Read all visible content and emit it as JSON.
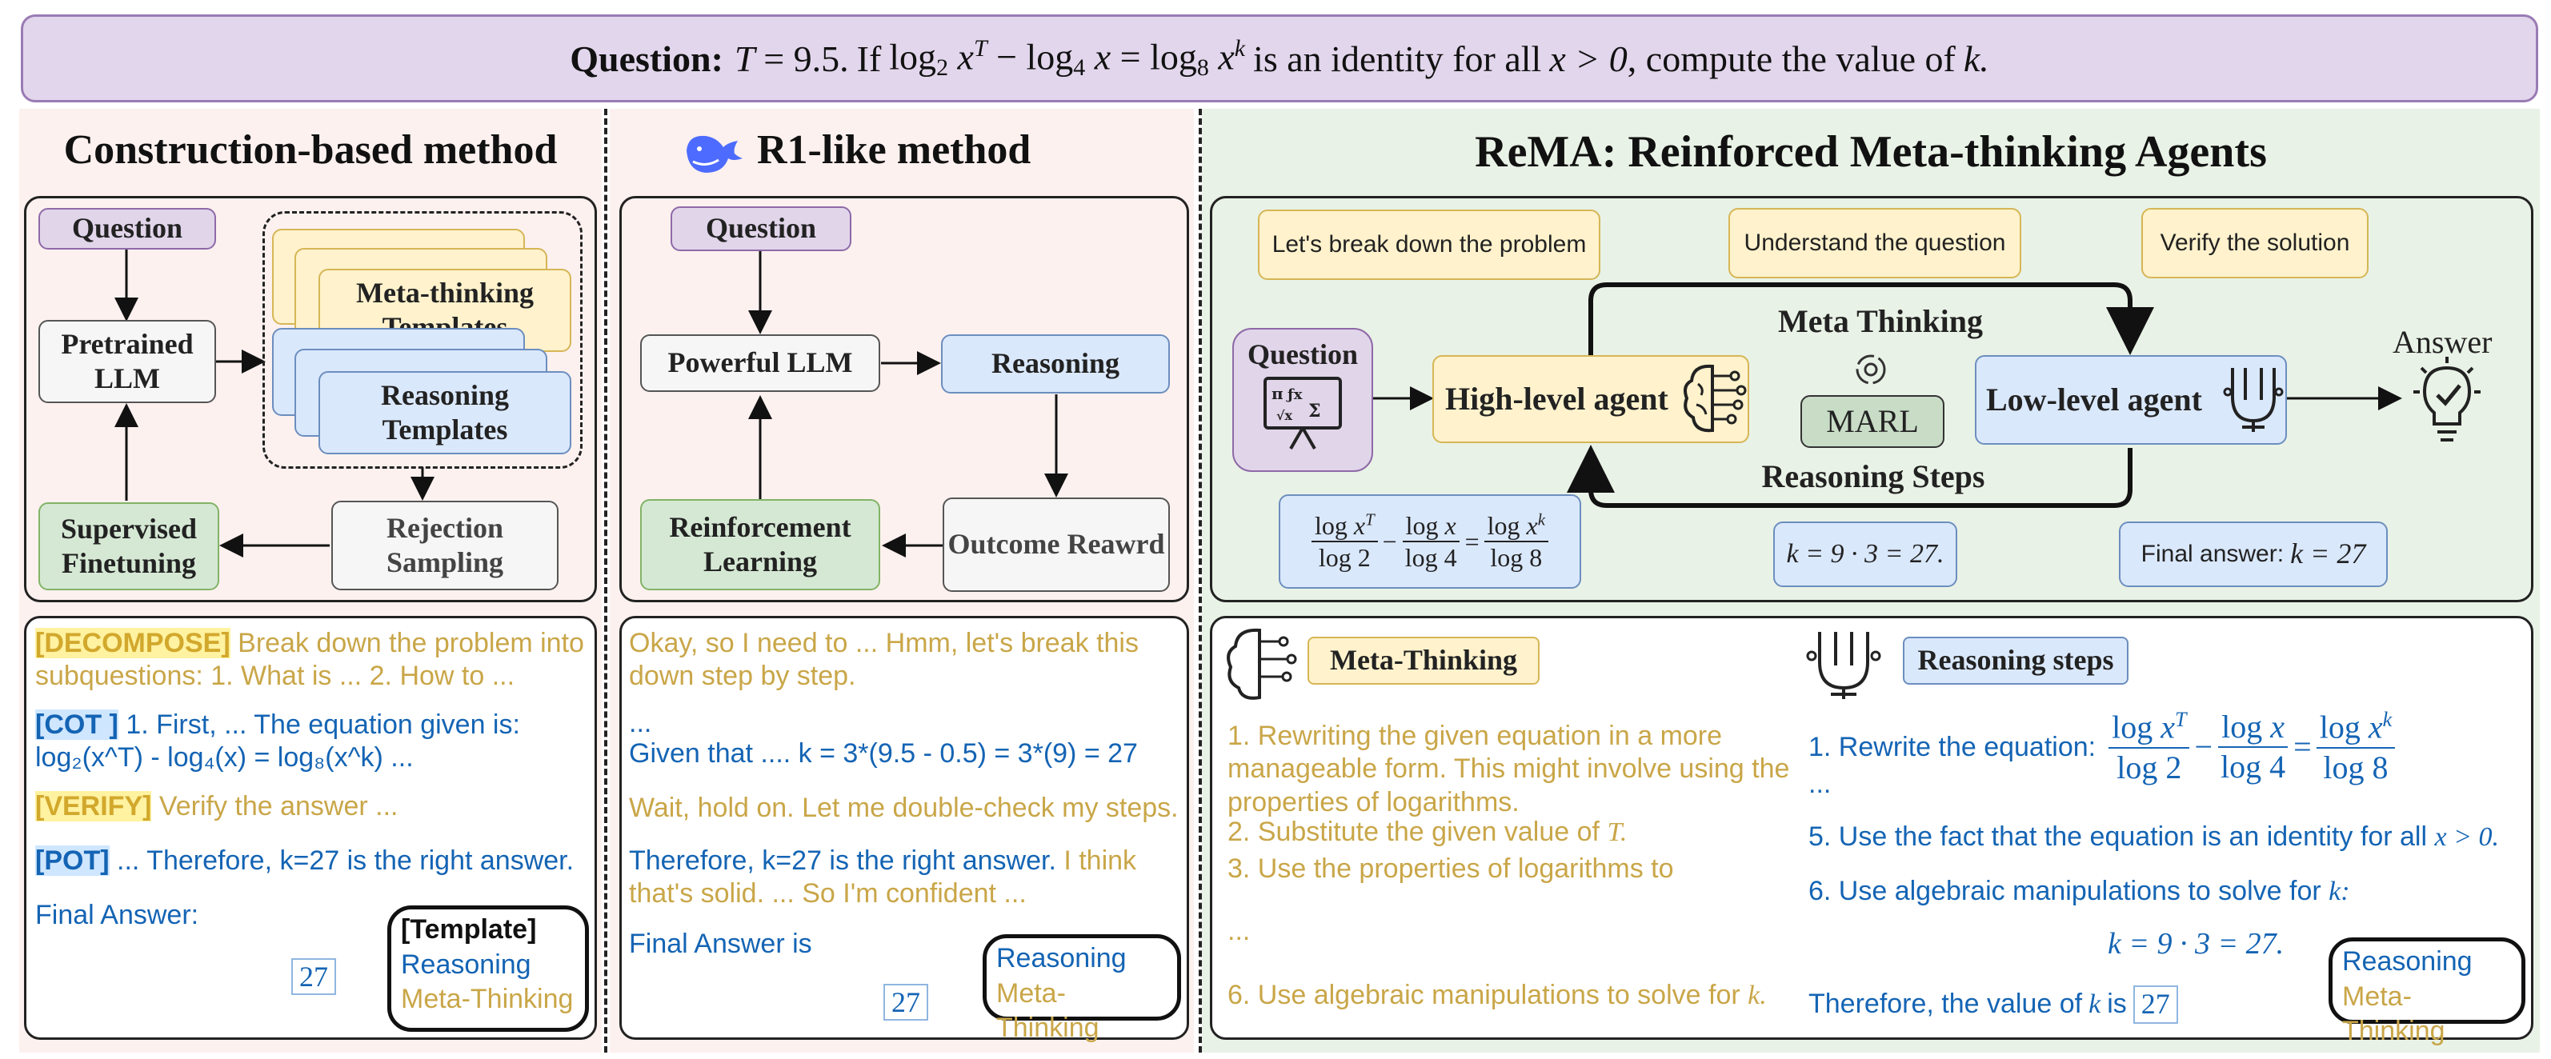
{
  "question": {
    "label": "Question:",
    "text_a": "T = 9.5.",
    "text_b": "If",
    "text_c": "log",
    "text_d": "is an identity for all",
    "text_e": "x > 0",
    "text_f": ", compute the value of",
    "text_g": "k."
  },
  "left": {
    "title": "Construction-based method",
    "nodes": {
      "question": "Question",
      "pretrained": "Pretrained LLM",
      "meta_templates": "Meta-thinking Templates",
      "reasoning_templates": "Reasoning Templates",
      "rejection": "Rejection Sampling",
      "sft": "Supervised Finetuning"
    },
    "example": {
      "decompose_tag": "[DECOMPOSE]",
      "decompose_text": "Break down the problem into subquestions: 1. What is ... 2. How to ...",
      "cot_tag": "[COT ]",
      "cot_text": "1. First, ... The equation given is: log₂(x^T) - log₄(x) = log₈(x^k) ...",
      "verify_tag": "[VERIFY]",
      "verify_text": "Verify the answer ...",
      "pot_tag": "[POT]",
      "pot_text": "... Therefore, k=27 is the right answer.",
      "final": "Final Answer:",
      "answer": "27"
    },
    "legend": {
      "template": "[Template]",
      "reasoning": "Reasoning",
      "meta": "Meta-Thinking"
    }
  },
  "middle": {
    "title": "R1-like method",
    "nodes": {
      "question": "Question",
      "llm": "Powerful LLM",
      "reasoning": "Reasoning",
      "outcome": "Outcome Reawrd",
      "rl": "Reinforcement Learning"
    },
    "example": {
      "line1": "Okay, so I need to ... Hmm, let's break this down step by step.",
      "line2": "...",
      "line3": "Given that .... k = 3*(9.5 - 0.5) = 3*(9) = 27",
      "line4": "Wait, hold on. Let me double-check my steps.",
      "line5a": "Therefore, k=27 is the right answer.",
      "line5b": "I think that's solid. ... So I'm confident ...",
      "final": "Final Answer is",
      "answer": "27"
    },
    "legend": {
      "reasoning": "Reasoning",
      "meta": "Meta-Thinking"
    }
  },
  "right": {
    "title": "ReMA: Reinforced Meta-thinking Agents",
    "bubbles": {
      "b1": "Let's break down the problem",
      "b2": "Understand the question",
      "b3": "Verify the solution"
    },
    "nodes": {
      "question": "Question",
      "high": "High-level agent",
      "marl": "MARL",
      "low": "Low-level agent",
      "meta_thinking": "Meta Thinking",
      "reasoning_steps": "Reasoning Steps",
      "answer": "Answer"
    },
    "formula_k": "k = 9 · 3 = 27.",
    "final_answer_label": "Final answer:",
    "final_answer_value": "k = 27",
    "meta_section": {
      "title": "Meta-Thinking",
      "s1": "1. Rewriting the given equation in a more manageable form. This might involve using the properties of logarithms.",
      "s2": "2. Substitute the given value of",
      "s2b": "T.",
      "s3": "3. Use the properties of logarithms to",
      "s4": "...",
      "s5": "6. Use algebraic manipulations to solve for",
      "s5b": "k."
    },
    "reasoning_section": {
      "title": "Reasoning steps",
      "r1": "1. Rewrite the equation:",
      "r2": "...",
      "r3": "5. Use the fact that the equation is an identity for all",
      "r3b": "x > 0.",
      "r4": "6. Use algebraic manipulations to solve for",
      "r4b": "k:",
      "r5": "k = 9 · 3 = 27.",
      "r6": "Therefore, the value of",
      "r6b": "k",
      "r6c": "is",
      "answer": "27"
    },
    "legend": {
      "reasoning": "Reasoning",
      "meta": "Meta-Thinking"
    }
  },
  "colors": {
    "purple": "#e1d5ea",
    "blue": "#dae8fc",
    "yellow": "#fff2cc",
    "green": "#d5e8d4",
    "gold_text": "#c9a648",
    "blue_text": "#1464b4"
  }
}
